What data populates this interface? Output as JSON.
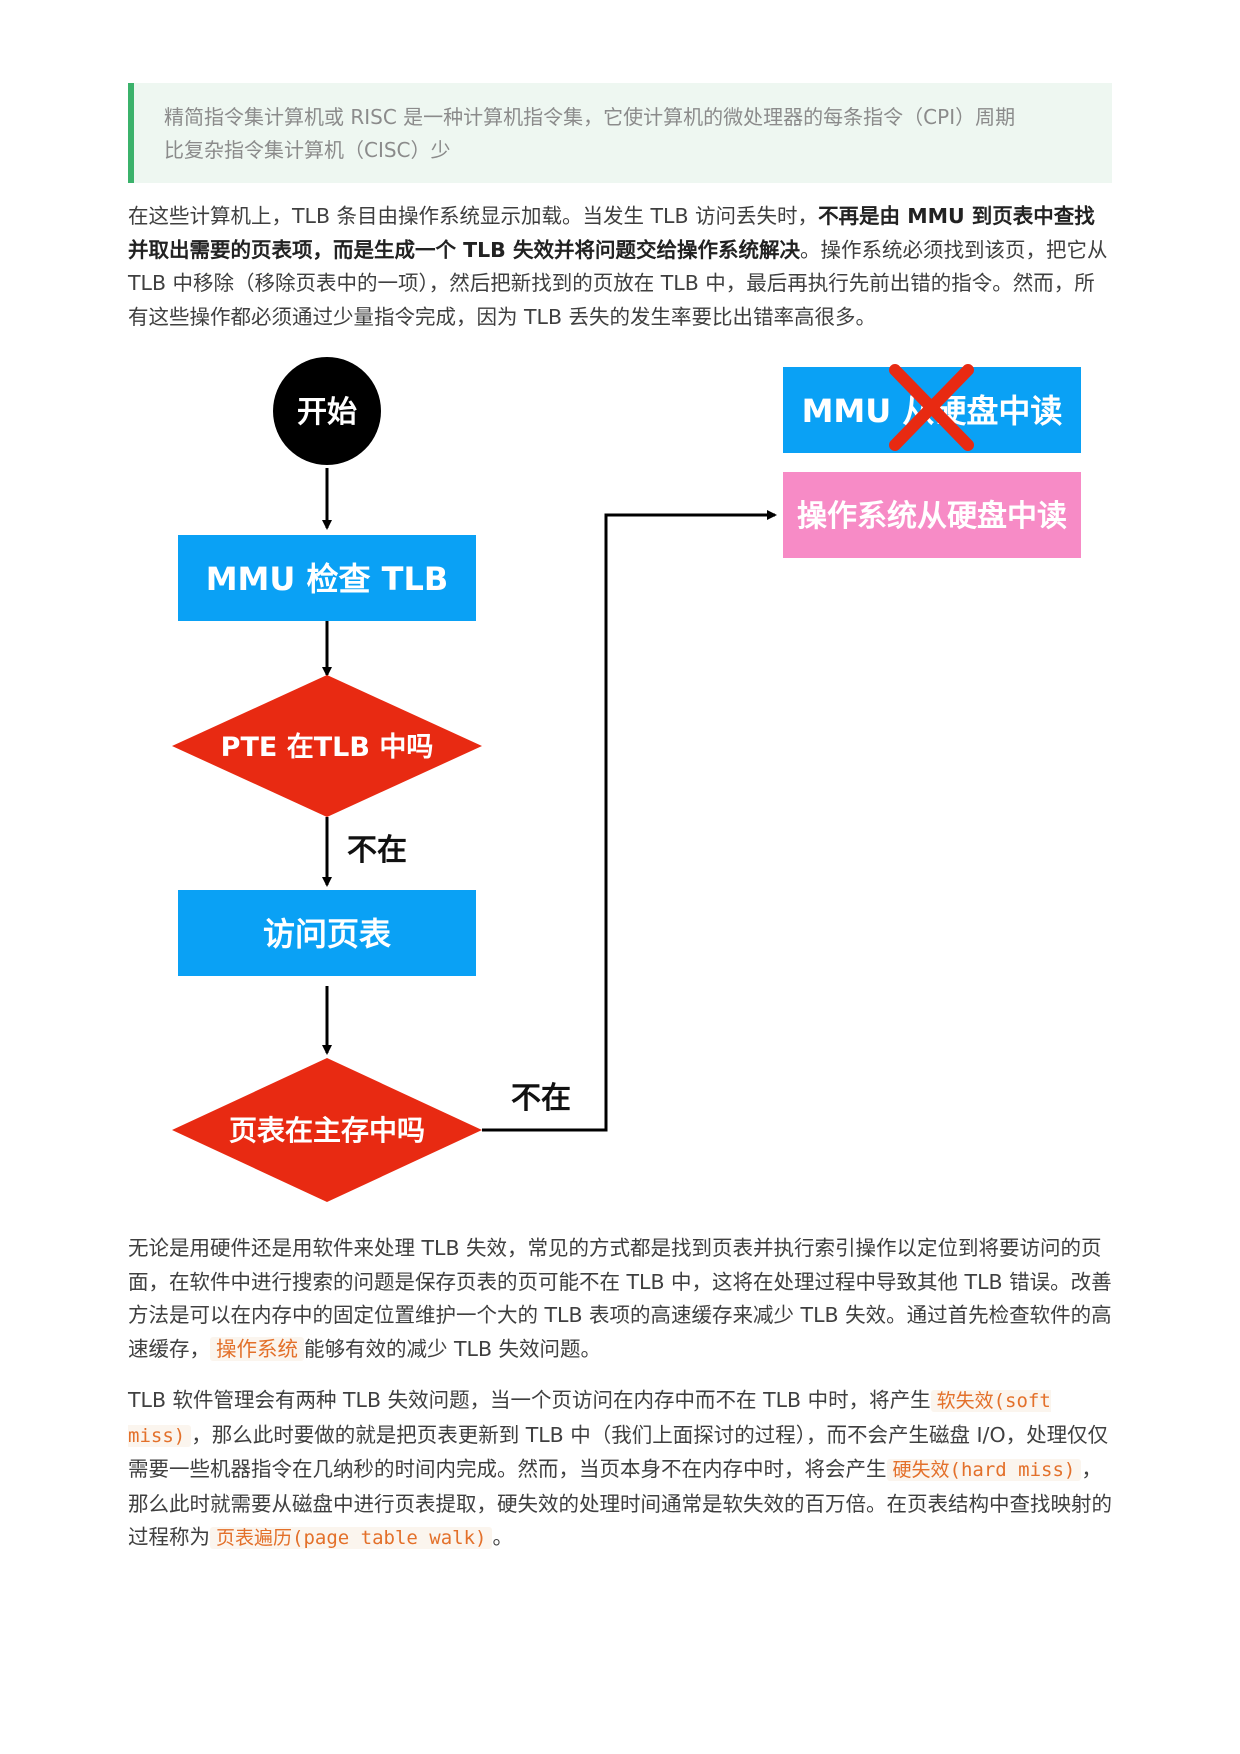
{
  "quote": {
    "line1": "精简指令集计算机或 RISC 是一种计算机指令集，它使计算机的微处理器的每条指令（CPI）周期",
    "line2": "比复杂指令集计算机（CISC）少"
  },
  "para1": {
    "text_a": "在这些计算机上，TLB 条目由操作系统显示加载。当发生 TLB 访问丢失时，",
    "bold": "不再是由 MMU 到页表中查找并取出需要的页表项，而是生成一个 TLB 失效并将问题交给操作系统解决",
    "text_b": "。操作系统必须找到该页，把它从 TLB 中移除（移除页表中的一项），然后把新找到的页放在 TLB 中，最后再执行先前出错的指令。然而，所有这些操作都必须通过少量指令完成，因为 TLB 丢失的发生率要比出错率高很多。"
  },
  "flow": {
    "start": "开始",
    "check_tlb": "MMU 检查 TLB",
    "pte_in_tlb": "PTE 在TLB 中吗",
    "not_in_1": "不在",
    "access_page_table": "访问页表",
    "page_table_in_memory": "页表在主存中吗",
    "not_in_2": "不在",
    "mmu_read_disk": "MMU 从硬盘中读",
    "os_read_disk": "操作系统从硬盘中读",
    "colors": {
      "blue": "#0aa1f5",
      "red": "#e82a12",
      "pink": "#f78bc6",
      "black": "#000000"
    }
  },
  "para2": {
    "text_a": "无论是用硬件还是用软件来处理 TLB 失效，常见的方式都是找到页表并执行索引操作以定位到将要访问的页面，在软件中进行搜索的问题是保存页表的页可能不在 TLB 中，这将在处理过程中导致其他 TLB 错误。改善方法是可以在内存中的固定位置维护一个大的 TLB 表项的高速缓存来减少 TLB 失效。通过首先检查软件的高速缓存，",
    "highlight": "操作系统",
    "text_b": "能够有效的减少 TLB 失效问题。"
  },
  "para3": {
    "text_a": "TLB 软件管理会有两种 TLB 失效问题，当一个页访问在内存中而不在 TLB 中时，将产生",
    "code1": "软失效(soft miss)",
    "text_b": "，那么此时要做的就是把页表更新到 TLB 中（我们上面探讨的过程），而不会产生磁盘 I/O，处理仅仅需要一些机器指令在几纳秒的时间内完成。然而，当页本身不在内存中时，将会产生",
    "code2": "硬失效(hard miss)",
    "text_c": "，那么此时就需要从磁盘中进行页表提取，硬失效的处理时间通常是软失效的百万倍。在页表结构中查找映射的过程称为",
    "code3": "页表遍历(page table walk)",
    "text_d": "。"
  }
}
